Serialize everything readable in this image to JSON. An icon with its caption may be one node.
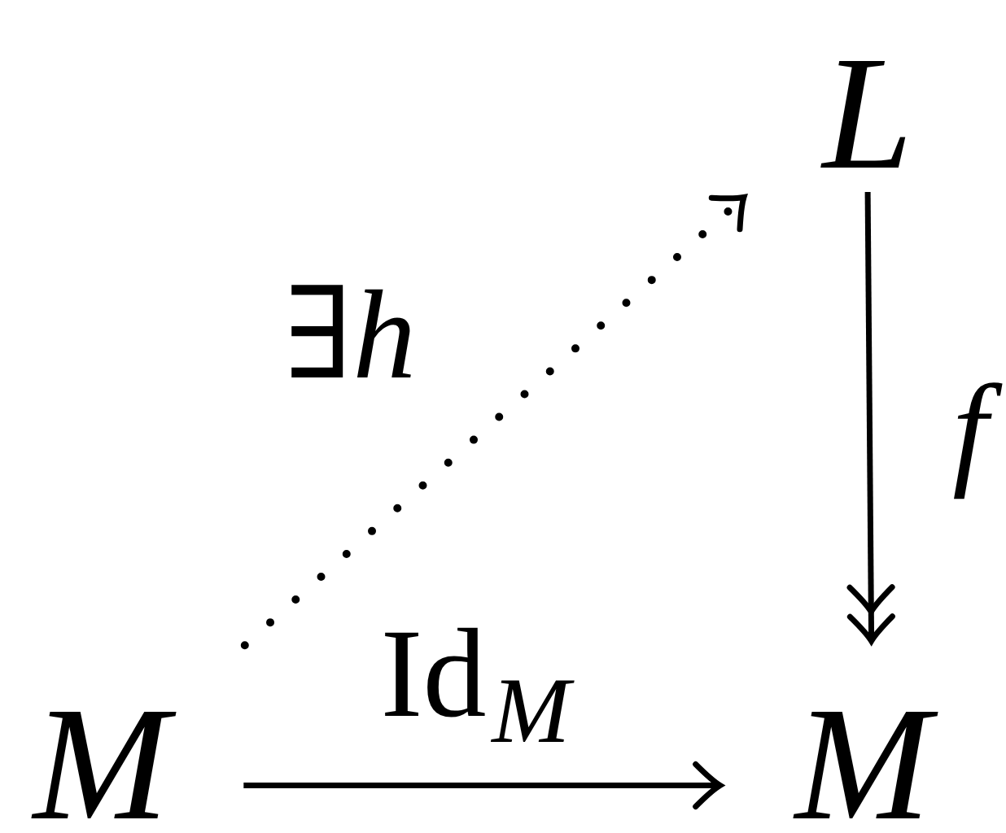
{
  "diagram": {
    "nodes": [
      {
        "text": [
          "L"
        ]
      },
      {
        "text": [
          "M"
        ]
      },
      {
        "text": [
          "M"
        ]
      }
    ],
    "edges": [
      {
        "from": 0,
        "to": 2,
        "arrow": "to",
        "label": "f"
      },
      {
        "from": 1,
        "to": 2,
        "arrow": "to",
        "label": "Id$_{M}$"
      },
      {
        "from": 1,
        "to": 0,
        "arrow": "to",
        "label": "∃*h*",
        "style": "dashed"
      }
    ]
  }
}
